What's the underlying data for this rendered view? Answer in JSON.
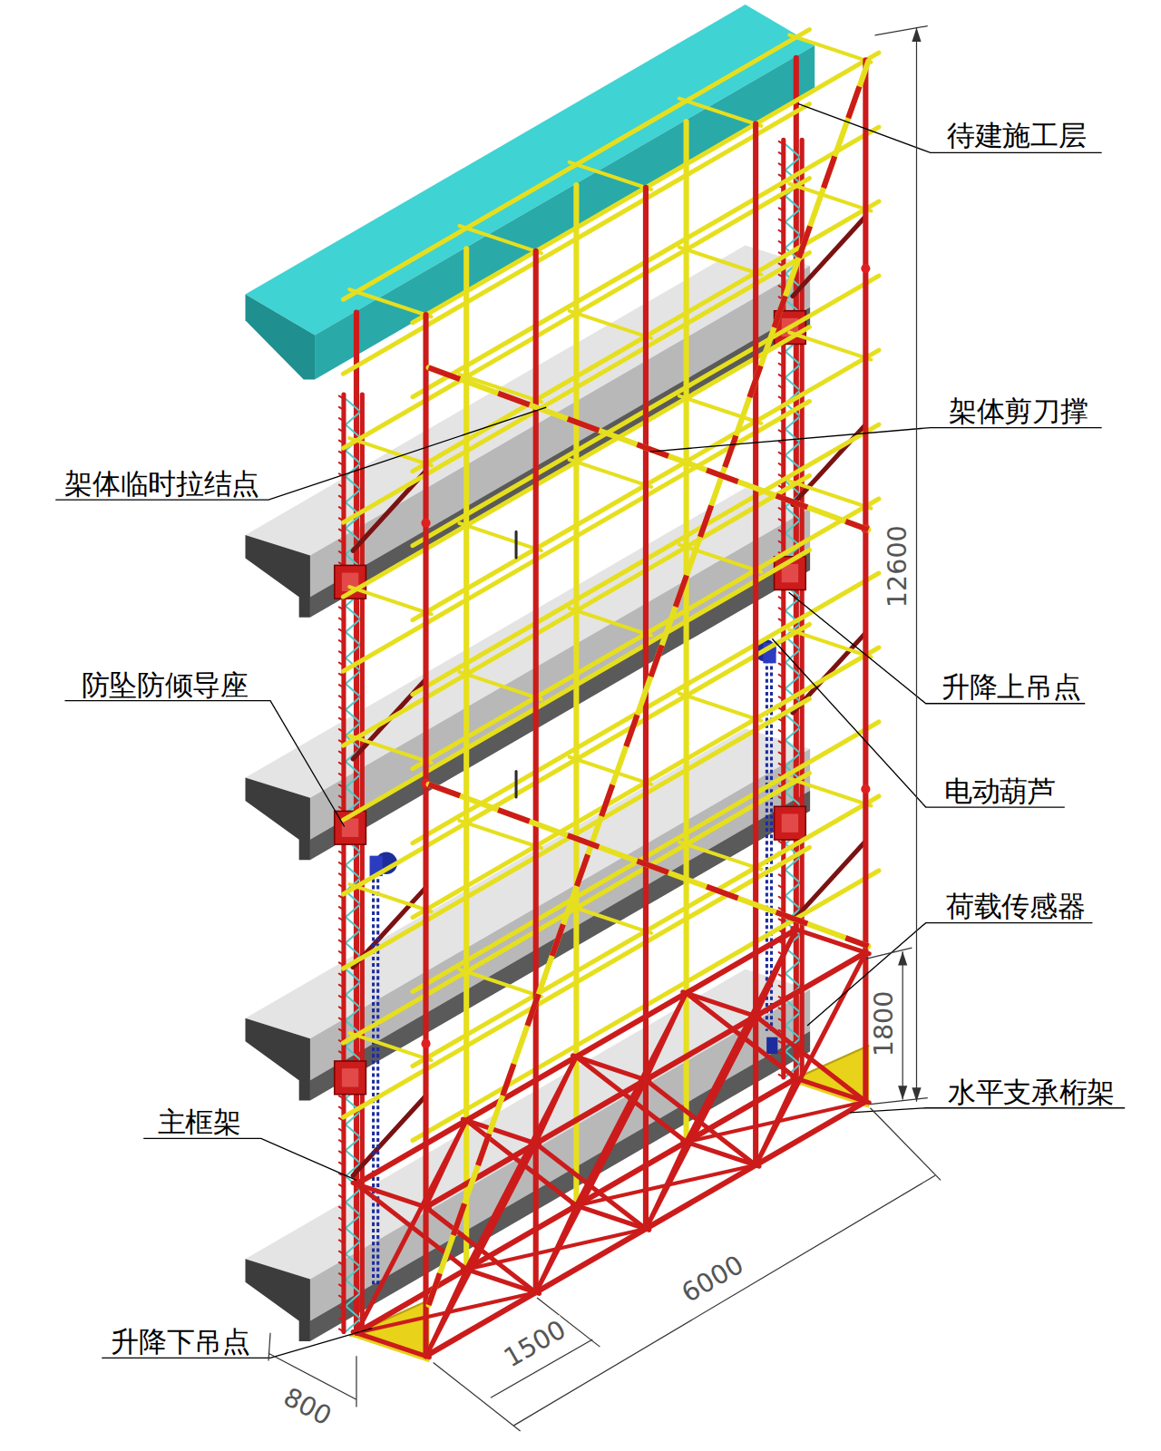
{
  "diagram": {
    "labels": [
      "待建施工层",
      "架体剪刀撑",
      "架体临时拉结点",
      "防坠防倾导座",
      "升降上吊点",
      "电动葫芦",
      "荷载传感器",
      "主框架",
      "水平支承桁架",
      "升降下吊点",
      "12600",
      "1800",
      "6000",
      "1500",
      "800"
    ]
  }
}
